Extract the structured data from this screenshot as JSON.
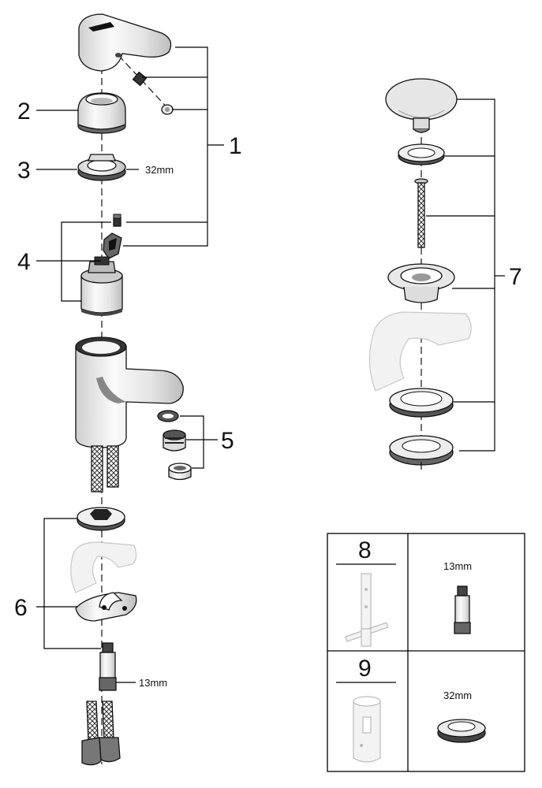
{
  "callouts": {
    "c1": "1",
    "c2": "2",
    "c3": "3",
    "c4": "4",
    "c5": "5",
    "c6": "6",
    "c7": "7",
    "c8": "8",
    "c9": "9"
  },
  "dimensions": {
    "nut_size": "32mm",
    "valve_size": "13mm",
    "tool_valve_size": "13mm",
    "tool_nut_size": "32mm"
  },
  "colors": {
    "line": "#000000",
    "part_fill": "#e6e6e6",
    "part_dark": "#555555",
    "ghost_fill": "#f2f2f2"
  }
}
